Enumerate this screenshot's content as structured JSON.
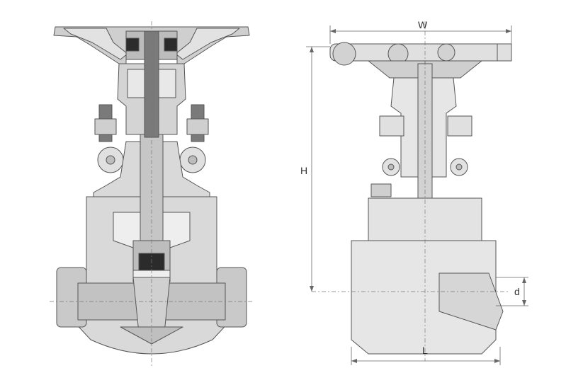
{
  "dimensions": {
    "width_label": "W",
    "height_label": "H",
    "diameter_label": "d",
    "length_label": "L"
  },
  "colors": {
    "outline": "#555555",
    "body_fill": "#d9d9d9",
    "body_dark": "#b3b3b3",
    "section_fill": "#e6e6e6",
    "stem_fill": "#c4c4c4",
    "thread_fill": "#7a7a7a",
    "black_part": "#2b2b2b",
    "dim_line": "#666666",
    "background": "#ffffff"
  }
}
